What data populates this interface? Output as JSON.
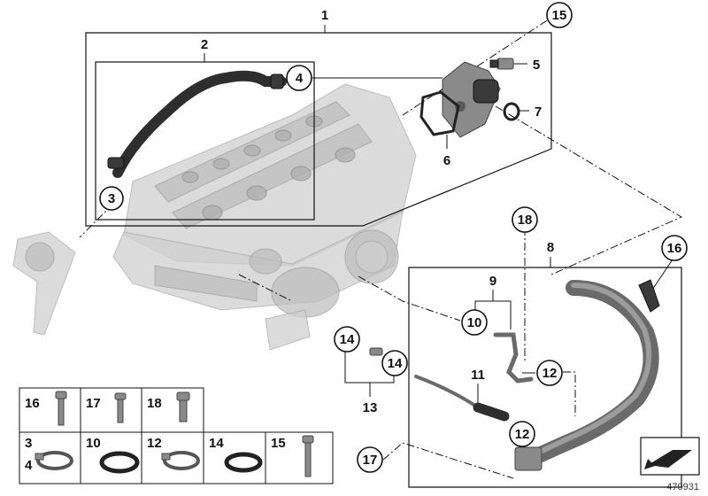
{
  "callouts": {
    "c1": "1",
    "c2": "2",
    "c3": "3",
    "c4": "4",
    "c5": "5",
    "c6": "6",
    "c7": "7",
    "c8": "8",
    "c9": "9",
    "c10": "10",
    "c11": "11",
    "c12": "12",
    "c12b": "12",
    "c13": "13",
    "c14a": "14",
    "c14b": "14",
    "c15": "15",
    "c16": "16",
    "c17": "17",
    "c18": "18"
  },
  "legend": {
    "r1": [
      "16",
      "17",
      "18"
    ],
    "r2a": [
      "3",
      "10",
      "12",
      "14",
      "15"
    ],
    "r2b": "4"
  },
  "footer": {
    "image_number": "470931"
  },
  "icons": {
    "legend": [
      "bolt-icon",
      "clamp-icon",
      "o-ring-icon"
    ],
    "nav": "arrow-corner-icon"
  }
}
